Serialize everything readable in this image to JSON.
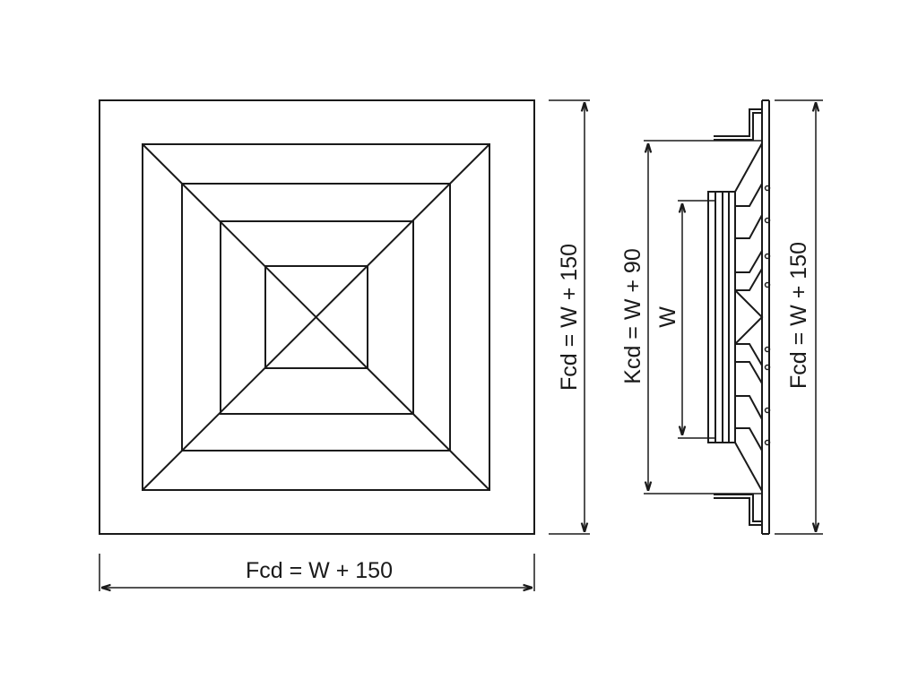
{
  "front_view": {
    "width_label": "Fcd = W + 150",
    "height_label": "Fcd = W + 150"
  },
  "side_view": {
    "inner_label": "W",
    "neck_label": "Kcd = W + 90",
    "overall_label": "Fcd = W + 150"
  },
  "colors": {
    "line": "#1a1a1a",
    "background": "#ffffff"
  }
}
